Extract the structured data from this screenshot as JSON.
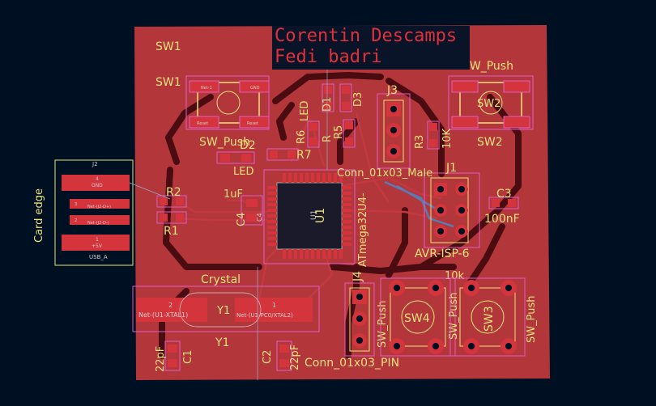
{
  "title_lines": [
    "Corentin Descamps",
    "Fedi badri"
  ],
  "colors": {
    "background": "#001023",
    "copper_fill": "#b3363a",
    "pad": "#d4343c",
    "silkscreen": "#e9e27c",
    "courtyard": "#e05cc6",
    "track_back": "#5a7bb5"
  },
  "edge_connector": {
    "side_label": "Card edge",
    "ref": "J2",
    "footprint": "USB_A",
    "pins": [
      {
        "num": "4",
        "net": "GND"
      },
      {
        "num": "3",
        "net": "Net-(J2-D+)"
      },
      {
        "num": "2",
        "net": "Net-(J2-D-)"
      },
      {
        "num": "1",
        "net": "+5V"
      }
    ]
  },
  "silk_labels": {
    "sw1_a": "SW1",
    "sw1_b": "SW1",
    "sw_push_top": "SW_Push",
    "sw_push_left": "SW_Push",
    "sw2": "SW2",
    "sw2_pad": "SW2",
    "d2": "D2",
    "led": "LED",
    "r7": "R7",
    "r6": "R6",
    "r5": "R5",
    "r3": "R3",
    "d1": "D1",
    "d3": "D3",
    "led_v": "LED",
    "r_v": "R",
    "ten_k": "10K",
    "ten_k2": "10k",
    "j3": "J3",
    "j1": "J1",
    "j4": "J4",
    "c3": "C3",
    "hundred_nf": "100nF",
    "c4_val": "1uF",
    "c4": "C4",
    "u1": "U1",
    "u1_fab": "U1",
    "c4_fab": "C4",
    "conn_top": "Conn_01x03_Male",
    "atmega": "ATmega32U4-",
    "avr": "AVR-ISP-6",
    "r2": "R2",
    "r1": "R1",
    "crystal": "Crystal",
    "y1": "Y1",
    "y1_b": "Y1",
    "c1_val": "22pF",
    "c1": "C1",
    "c2": "C2",
    "c2_val": "22pF",
    "sw4": "SW4",
    "sw3": "SW3",
    "sw_push_v1": "SW_Push",
    "sw_push_v2": "SW_Push",
    "sw_push_v3": "SW_Push",
    "conn_bottom": "Conn_01x03_PIN"
  },
  "crystal_pads": [
    {
      "num": "2",
      "net": "Net-(U1-XTAL1)"
    },
    {
      "num": "1",
      "net": "Net-(U1-PC0/XTAL2)"
    }
  ],
  "switch_pad_nets": {
    "a": "Net-1",
    "b": "GND",
    "c": "Reset",
    "d": "Reset"
  }
}
